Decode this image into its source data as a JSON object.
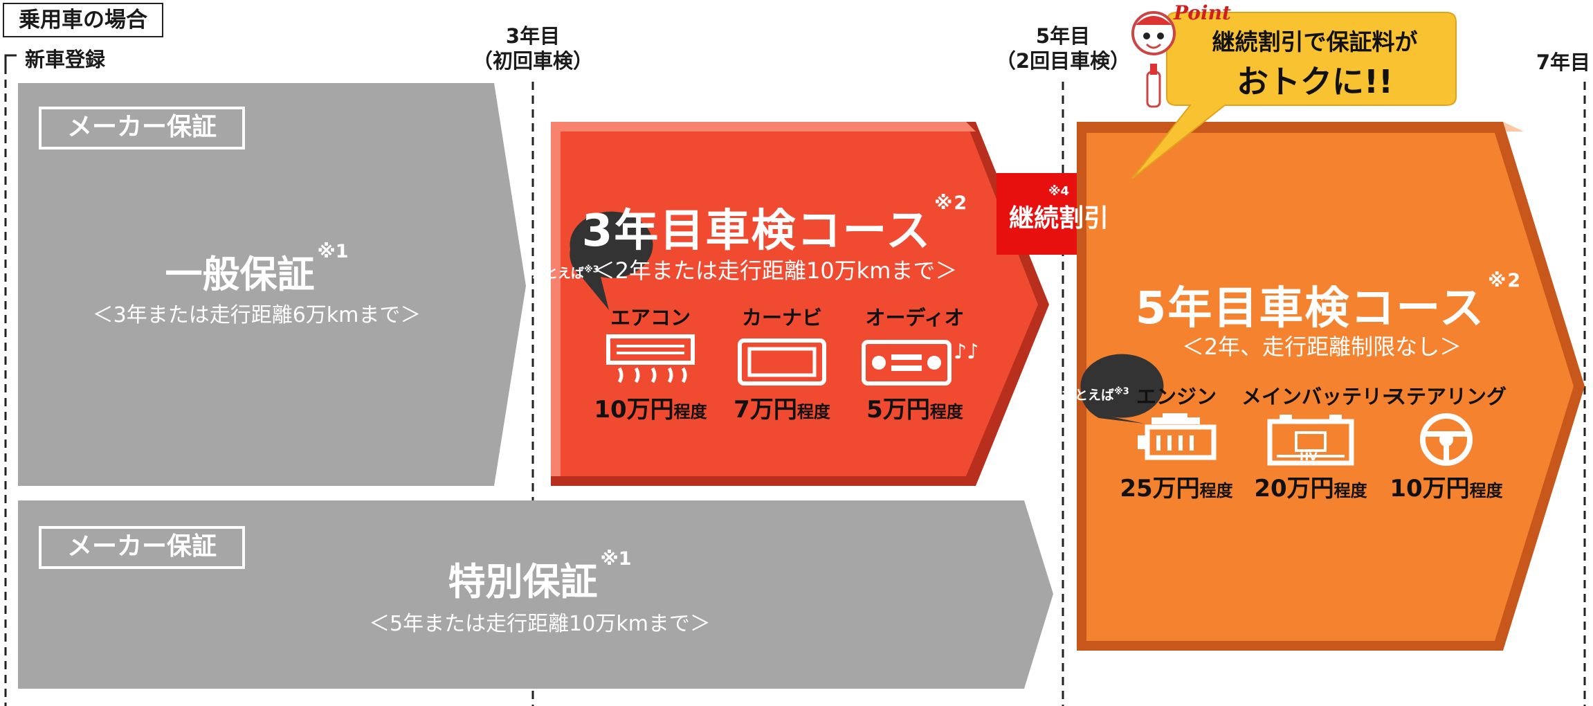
{
  "case_label": "乗用車の場合",
  "timeline": {
    "start": "新車登録",
    "m3_line1": "3年目",
    "m3_line2": "（初回車検）",
    "m5_line1": "5年目",
    "m5_line2": "（2回目車検）",
    "m7": "7年目"
  },
  "general_warranty": {
    "maker": "メーカー保証",
    "title": "一般保証",
    "note": "※1",
    "sub": "＜3年または走行距離6万kmまで＞"
  },
  "special_warranty": {
    "maker": "メーカー保証",
    "title": "特別保証",
    "note": "※1",
    "sub": "＜5年または走行距離10万kmまで＞"
  },
  "course3": {
    "title": "3年目車検コース",
    "note": "※2",
    "sub": "＜2年または走行距離10万kmまで＞",
    "example": "たとえば",
    "example_note": "※3",
    "items": [
      {
        "name": "エアコン",
        "price": "10万円",
        "unit": "程度",
        "icon": "air-conditioner-icon"
      },
      {
        "name": "カーナビ",
        "price": "7万円",
        "unit": "程度",
        "icon": "car-navigation-icon"
      },
      {
        "name": "オーディオ",
        "price": "5万円",
        "unit": "程度",
        "icon": "audio-icon"
      }
    ]
  },
  "discount": {
    "note": "※4",
    "label": "継続割引"
  },
  "course5": {
    "title": "5年目車検コース",
    "note": "※2",
    "sub": "＜2年、走行距離制限なし＞",
    "example": "たとえば",
    "example_note": "※3",
    "items": [
      {
        "name": "エンジン",
        "price": "25万円",
        "unit": "程度",
        "icon": "engine-icon"
      },
      {
        "name": "メインバッテリー",
        "price": "20万円",
        "unit": "程度",
        "icon": "battery-icon",
        "icon_text": "HV"
      },
      {
        "name": "ステアリング",
        "price": "10万円",
        "unit": "程度",
        "icon": "steering-wheel-icon"
      }
    ]
  },
  "point": {
    "badge": "Point",
    "line1": "継続割引で保証料が",
    "line2": "おトクに!!"
  },
  "colors": {
    "gray": "#a6a6a6",
    "red": "#f04a30",
    "orange": "#f5822e",
    "yellow": "#f8c231"
  }
}
